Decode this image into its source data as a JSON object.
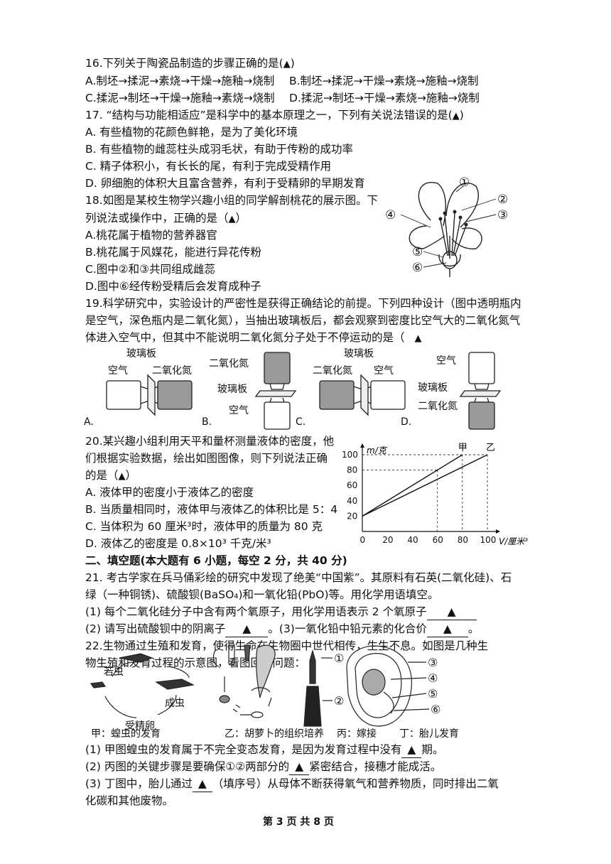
{
  "q16": {
    "stem": "16.下列关于陶瓷品制造的步骤正确的是(",
    "mark": "▲",
    "close": ")",
    "A": "A.制坯→揉泥→素烧→干燥→施釉→烧制",
    "B": "B.制坯→揉泥→干燥→素烧→施釉→烧制",
    "C": "C.揉泥→制坯→干燥→施釉→素烧→烧制",
    "D": "D.揉泥→制坯→干燥→素烧→施釉→烧制"
  },
  "q17": {
    "stem": "17. “结构与功能相适应”是科学中的基本原理之一，下列有关说法错误的是(",
    "mark": "▲",
    "close": ")",
    "A": "A. 有些植物的花颜色鲜艳，是为了美化环境",
    "B": "B. 有些植物的雌蕊柱头成羽毛状，有助于传粉的成功率",
    "C": "C. 精子体积小，有长长的尾，有利于完成受精作用",
    "D": "D. 卵细胞的体积大且富含营养，有利于受精卵的早期发育"
  },
  "q18": {
    "stem1": "18.如图是某校生物学兴趣小组的同学解剖桃花的展示图。下",
    "stem2": "列说法或操作中，正确的是（",
    "mark": "▲",
    "close": "）",
    "A": "A.桃花属于植物的营养器官",
    "B": "B.桃花属于风媒花，能进行异花传粉",
    "C": "C.图中②和③共同组成雌蕊",
    "D": "D.图中⑥经传粉受精后会发育成种子",
    "labels": [
      "①",
      "②",
      "③",
      "④",
      "⑤",
      "⑥"
    ]
  },
  "q19": {
    "line1": "19.科学研究中，实验设计的严密性是获得正确结论的前提。下列四种设计（图中透明瓶内",
    "line2": "是空气，深色瓶内是二氧化氮），当抽出玻璃板后，都会观察到密度比空气大的二氧化氮气",
    "line3": "体进入空气中，但其中不能说明二氧化氮分子处于不停运动的是（",
    "mark": "▲",
    "glass": "玻璃板",
    "air": "空气",
    "no2": "二氧化氮",
    "opts": [
      "A.",
      "B.",
      "C.",
      "D."
    ]
  },
  "q20": {
    "stem1": "20.某兴趣小组利用天平和量杯测量液体的密度，他",
    "stem2": "们根据实验数据，绘出如图图像，则下列说法正确",
    "stem3": "的是（",
    "mark": "▲",
    "close": "）",
    "A": "A. 液体甲的密度小于液体乙的密度",
    "B": "B. 当质量相同时，液体甲与液体乙的体积比是 5：4",
    "C": "C. 当体积为 60 厘米³时，液体甲的质量为 80 克",
    "D": "D. 液体乙的密度是 0.8×10³ 千克/米³"
  },
  "chart_data": {
    "type": "line",
    "ylabel": "m/克",
    "xlabel": "V/厘米³",
    "xticks": [
      "0",
      "20",
      "40",
      "60",
      "80",
      "100"
    ],
    "yticks": [
      "20",
      "40",
      "60",
      "80",
      "100"
    ],
    "xlim": [
      0,
      100
    ],
    "ylim": [
      0,
      100
    ],
    "series": [
      {
        "name": "甲",
        "x": [
          0,
          80
        ],
        "y": [
          20,
          100
        ]
      },
      {
        "name": "乙",
        "x": [
          0,
          100
        ],
        "y": [
          20,
          100
        ]
      }
    ],
    "guides": [
      {
        "x": 60,
        "y": 80
      },
      {
        "x": 80,
        "y": 100
      },
      {
        "x": 100,
        "y": 100
      }
    ]
  },
  "section2": "二、填空题(本大题有 6 小题，每空 2 分，共 40 分)",
  "q21": {
    "line1": "21. 考古学家在兵马俑彩绘的研究中发现了绝美“中国紫”。其原料有石英(二氧化硅)、石",
    "line2": "绿（一种铜锈)、硫酸钡(BaSO₄)和一氧化铅(PbO)等。用化学用语填空。",
    "p1": "(1) 每个二氧化硅分子中含有两个氧原子，用化学用语表示 2 个氧原子",
    "p2a": "(2) 请写出硫酸钡中的阴离子",
    "p2b": "。(3)一氧化铅中铅元素的化合价",
    "mark": "▲",
    "dot": "。"
  },
  "q22": {
    "line1": "22.生物通过生殖和发育，使得生命在生物圈中世代相传，生生不息。如图是几种生",
    "line2": "物生殖和发育过程的示意图，看图回答问题：",
    "ruochong": "若虫",
    "chengchong": "成虫",
    "shoujingluan": "受精卵",
    "cap_jia": "甲：蝗虫的发育",
    "cap_yi": "乙：胡萝卜的组织培养",
    "cap_bing": "丙：嫁接",
    "cap_ding": "丁：胎儿发育",
    "labels_bing": [
      "①",
      "②"
    ],
    "labels_ding": [
      "③",
      "④",
      "⑤",
      "⑥"
    ],
    "p1a": "(1) 甲图蝗虫的发育属于不完全变态发育，是因为发育过程中没有",
    "p1b": "期。",
    "p2a": "(2) 丙图的关键步骤是要确保①②两部分的",
    "p2b": "紧密结合，接穗才能成活。",
    "p3a": "(3) 丁图中，胎儿通过",
    "p3b": "（填序号）从母体不断获得氧气和营养物质，同时排出二氧",
    "p3c": "化碳和其他废物。",
    "mark": "▲"
  },
  "footer": "第 3 页 共 8 页"
}
